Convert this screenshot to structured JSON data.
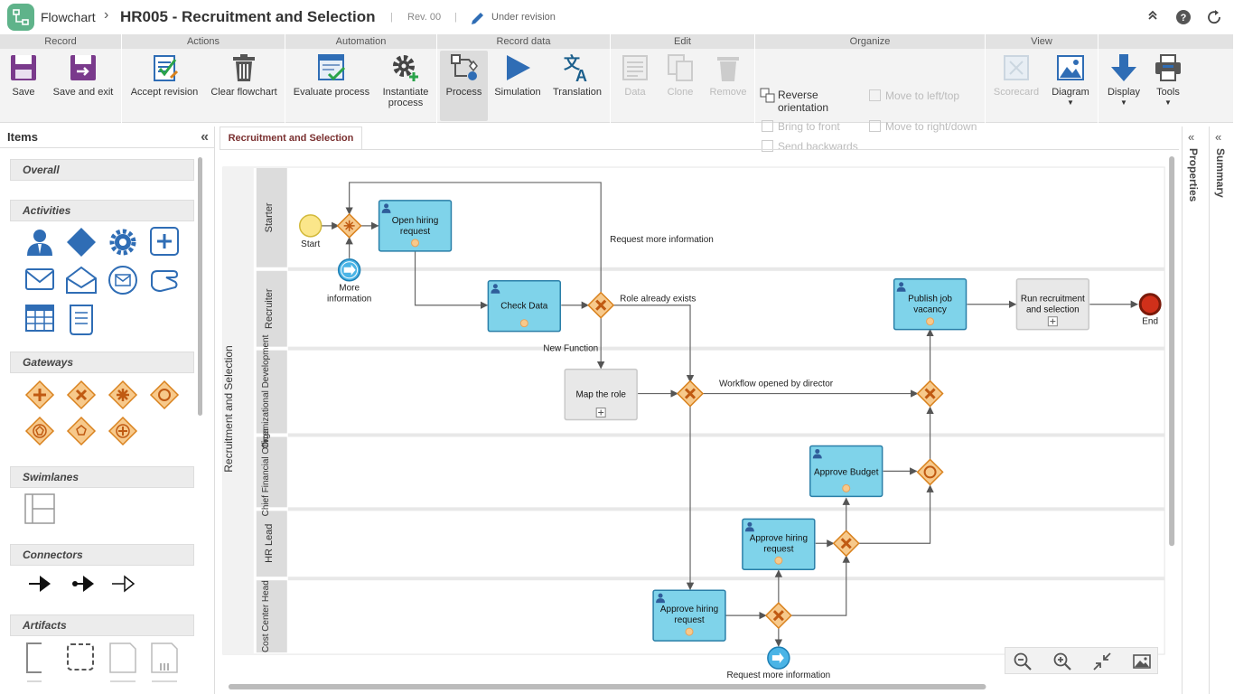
{
  "header": {
    "app_title": "Flowchart",
    "separator": "›",
    "doc_title": "HR005 - Recruitment and Selection",
    "revision": "Rev. 00",
    "status": "Under revision"
  },
  "ribbon": {
    "groups": [
      {
        "label": "Record"
      },
      {
        "label": "Actions"
      },
      {
        "label": "Automation"
      },
      {
        "label": "Record data"
      },
      {
        "label": "Edit"
      },
      {
        "label": "Organize"
      },
      {
        "label": "View"
      }
    ],
    "save": "Save",
    "save_exit": "Save and exit",
    "accept_revision": "Accept revision",
    "clear_flowchart": "Clear flowchart",
    "evaluate_process": "Evaluate process",
    "instantiate_process": "Instantiate process",
    "process": "Process",
    "simulation": "Simulation",
    "translation": "Translation",
    "data": "Data",
    "clone": "Clone",
    "remove": "Remove",
    "reverse_orientation": "Reverse orientation",
    "bring_front": "Bring to front",
    "send_backwards": "Send backwards",
    "move_left_top": "Move to left/top",
    "move_right_down": "Move to right/down",
    "scorecard": "Scorecard",
    "diagram": "Diagram",
    "display": "Display",
    "tools": "Tools"
  },
  "items_panel": {
    "title": "Items",
    "sections": [
      "Overall",
      "Activities",
      "Gateways",
      "Swimlanes",
      "Connectors",
      "Artifacts"
    ]
  },
  "canvas": {
    "tab_label": "Recruitment and Selection",
    "pool_label": "Recruitment and Selection",
    "lanes": [
      "Starter",
      "Recruiter",
      "Organizational Development",
      "Chief Financial Officer",
      "HR Lead",
      "Cost Center Head"
    ],
    "tasks": {
      "open_hiring": "Open hiring request",
      "check_data": "Check Data",
      "map_role": "Map the role",
      "publish_job": "Publish job vacancy",
      "run_recruitment": "Run recruitment and selection",
      "approve_budget": "Approve Budget",
      "approve_hiring_hr": "Approve hiring request",
      "approve_hiring_cc": "Approve hiring request"
    },
    "events": {
      "start": "Start",
      "end": "End",
      "more_info": "More information",
      "request_more_bottom": "Request more information"
    },
    "flow_labels": {
      "request_more": "Request more information",
      "role_exists": "Role already exists",
      "new_function": "New Function",
      "workflow_opened": "Workflow opened by director"
    }
  },
  "right_panels": {
    "properties": "Properties",
    "summary": "Summary"
  },
  "colors": {
    "task_fill": "#7fd3ea",
    "task_border": "#2a7fa8",
    "gateway_fill": "#f7c98b",
    "gateway_border": "#d9821e",
    "lane_header": "#dcdcdc",
    "subprocess_fill": "#e8e8e8",
    "accent_blue": "#2f6db5"
  }
}
